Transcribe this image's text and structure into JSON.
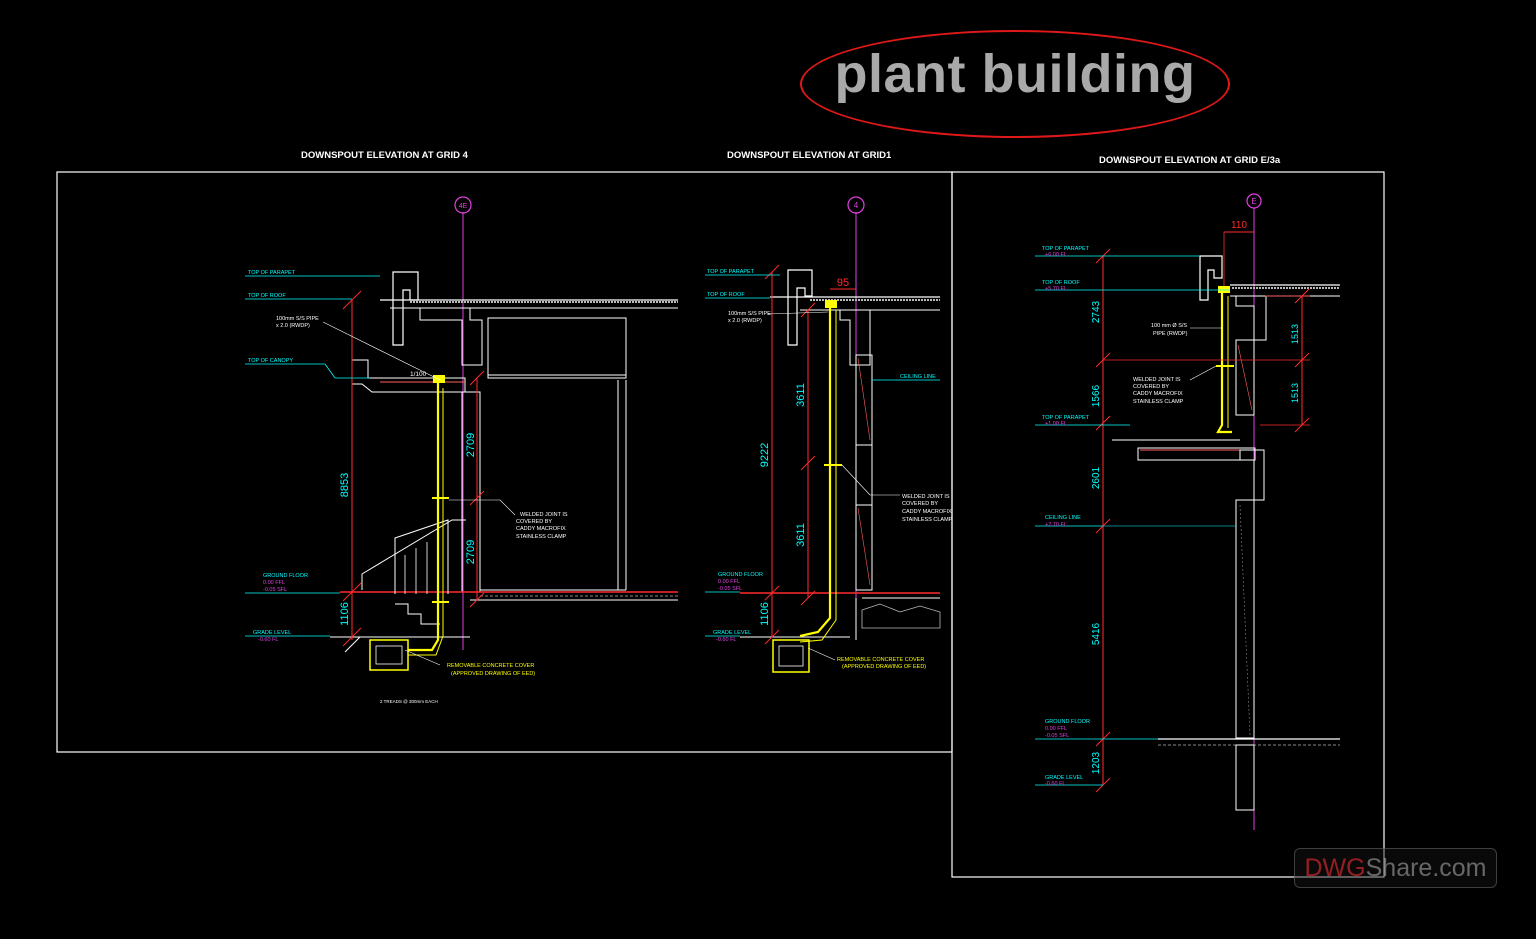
{
  "header": {
    "title": "plant building"
  },
  "sheets": [
    {
      "title": "DOWNSPOUT ELEVATION AT GRID 4",
      "grid_bubble": "4E",
      "levels": [
        "TOP OF PARAPET",
        "TOP OF ROOF",
        "TOP OF CANOPY",
        "GROUND FLOOR",
        "0.00 FFL",
        "-0.05 SFL",
        "GRADE LEVEL",
        "-0.60 FL"
      ],
      "dims": [
        "8853",
        "2709",
        "2709",
        "1106"
      ],
      "slope": "1/100",
      "pipe_note": [
        "100mm S/S PIPE",
        "x 2.0 (RWDP)"
      ],
      "joint_note": [
        "WELDED JOINT IS",
        "COVERED BY",
        "CADDY MACROFIX",
        "STAINLESS CLAMP"
      ],
      "cover_note": [
        "REMOVABLE CONCRETE COVER",
        "(APPROVED DRAWING OF EED)"
      ],
      "treads_note": "2 TREADS @ 300mm EACH"
    },
    {
      "title": "DOWNSPOUT ELEVATION AT GRID1",
      "grid_bubble": "4",
      "levels": [
        "TOP OF PARAPET",
        "TOP OF ROOF",
        "CEILING LINE",
        "GROUND FLOOR",
        "0.00 FFL",
        "-0.05 SFL",
        "GRADE LEVEL",
        "-0.60 FL"
      ],
      "dims": [
        "95",
        "9222",
        "3611",
        "3611",
        "1106"
      ],
      "pipe_note": [
        "100mm S/S PIPE",
        "x 2.0 (RWDP)"
      ],
      "joint_note": [
        "WELDED JOINT IS",
        "COVERED BY",
        "CADDY MACROFIX",
        "STAINLESS CLAMP"
      ],
      "cover_note": [
        "REMOVABLE CONCRETE COVER",
        "(APPROVED DRAWING OF EED)"
      ]
    },
    {
      "title": "DOWNSPOUT ELEVATION AT GRID E/3a",
      "grid_bubble": "E",
      "levels": [
        "TOP OF PARAPET",
        "+6.00 FL",
        "TOP OF ROOF",
        "+5.70 FL",
        "TOP OF PARAPET",
        "+1.00 FL",
        "CEILING LINE",
        "+2.70 FL",
        "GROUND FLOOR",
        "0.00 FFL",
        "-0.05 SFL",
        "GRADE LEVEL",
        "-0.60 FL"
      ],
      "dims": [
        "110",
        "2743",
        "1513",
        "1513",
        "1566",
        "2601",
        "5416",
        "1203"
      ],
      "pipe_note": [
        "100 mm Ø S/S",
        "PIPE (RWDP)"
      ],
      "joint_note": [
        "WELDED JOINT IS",
        "COVERED BY",
        "CADDY MACROFIX",
        "STAINLESS CLAMP"
      ]
    }
  ],
  "watermark": {
    "brand_red": "DWG",
    "brand_rest": "Share.com"
  },
  "colors": {
    "background": "#000000",
    "frame": "#ffffff",
    "dimension": "#ff2b2b",
    "level_text": "#00ffff",
    "grid_line": "#e040e0",
    "pipe": "#ffff00",
    "concrete": "#ffffff",
    "finish": "#ff6060"
  }
}
